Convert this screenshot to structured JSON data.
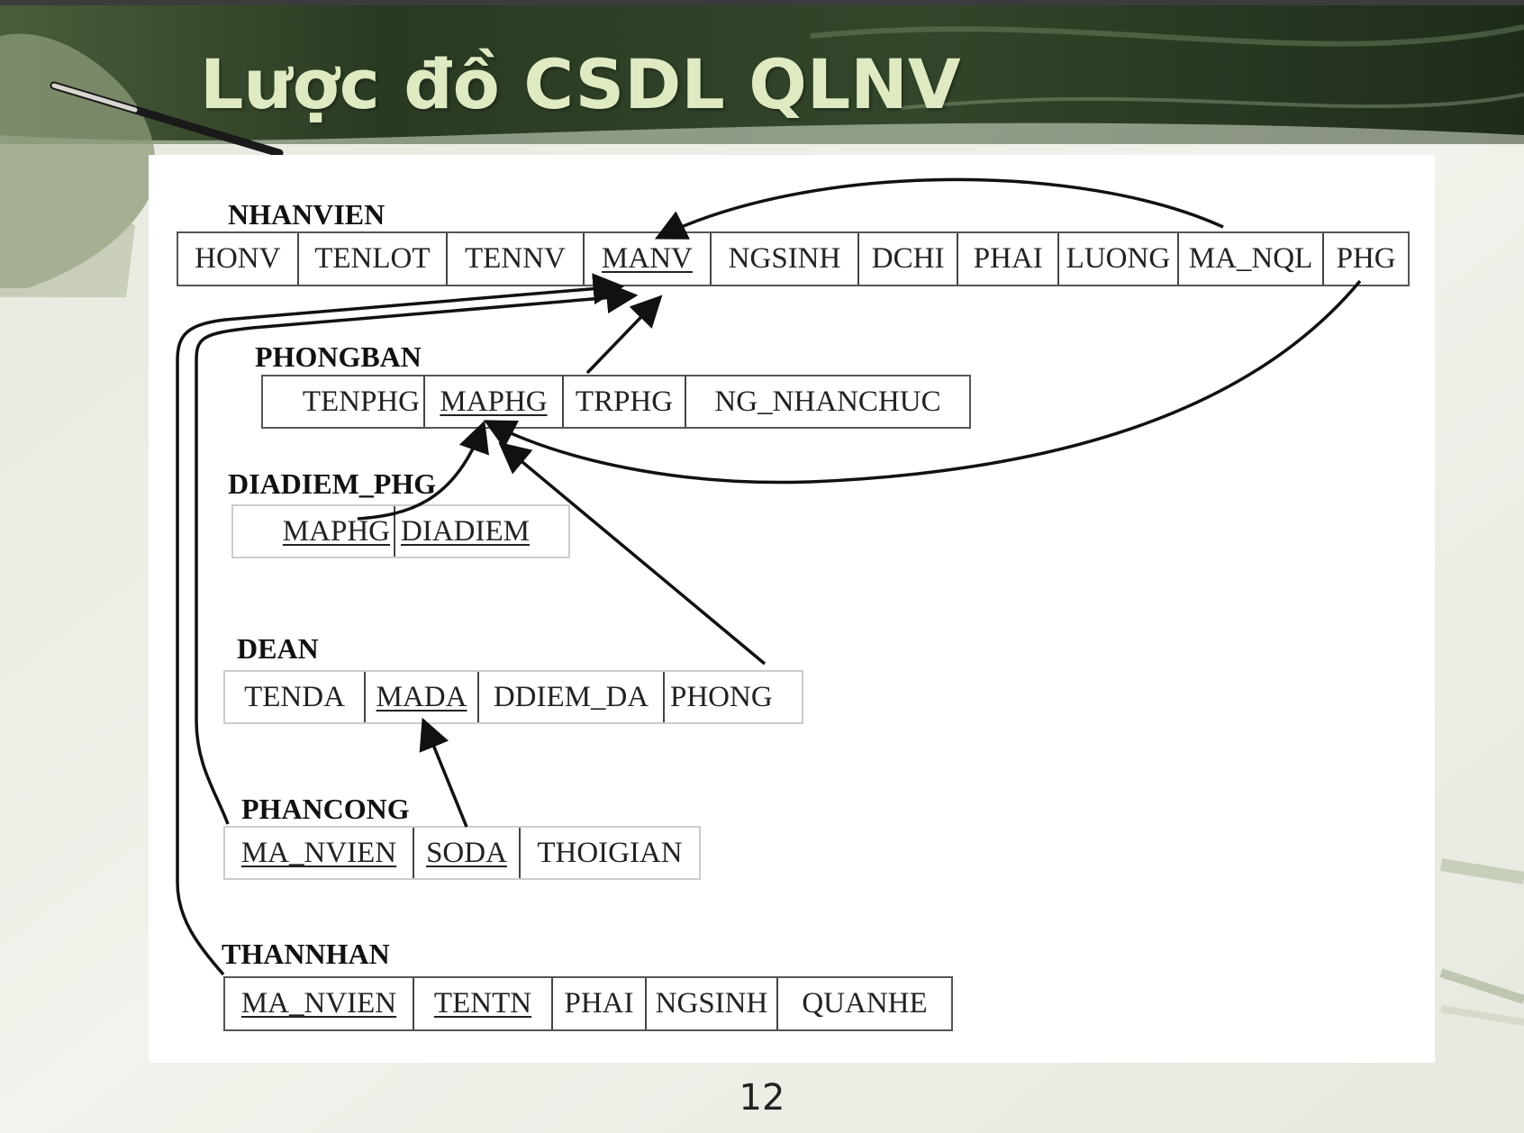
{
  "slide": {
    "title": "Lược đồ CSDL QLNV",
    "page_number": "12",
    "title_color": "#dfe9c2",
    "banner_color": "#25331d"
  },
  "entities": {
    "nhanvien": {
      "name": "NHANVIEN",
      "attrs": [
        "HONV",
        "TENLOT",
        "TENNV",
        "MANV",
        "NGSINH",
        "DCHI",
        "PHAI",
        "LUONG",
        "MA_NQL",
        "PHG"
      ],
      "keys": [
        "MANV"
      ]
    },
    "phongban": {
      "name": "PHONGBAN",
      "attrs": [
        "TENPHG",
        "MAPHG",
        "TRPHG",
        "NG_NHANCHUC"
      ],
      "keys": [
        "MAPHG"
      ]
    },
    "diadiem_phg": {
      "name": "DIADIEM_PHG",
      "attrs": [
        "MAPHG",
        "DIADIEM"
      ],
      "keys": [
        "MAPHG",
        "DIADIEM"
      ]
    },
    "dean": {
      "name": "DEAN",
      "attrs": [
        "TENDA",
        "MADA",
        "DDIEM_DA",
        "PHONG"
      ],
      "keys": [
        "MADA"
      ]
    },
    "phancong": {
      "name": "PHANCONG",
      "attrs": [
        "MA_NVIEN",
        "SODA",
        "THOIGIAN"
      ],
      "keys": [
        "MA_NVIEN",
        "SODA"
      ]
    },
    "thannhan": {
      "name": "THANNHAN",
      "attrs": [
        "MA_NVIEN",
        "TENTN",
        "PHAI",
        "NGSINH",
        "QUANHE"
      ],
      "keys": [
        "MA_NVIEN",
        "TENTN"
      ]
    }
  },
  "references": [
    {
      "from": "NHANVIEN.MA_NQL",
      "to": "NHANVIEN.MANV"
    },
    {
      "from": "NHANVIEN.PHG",
      "to": "PHONGBAN.MAPHG"
    },
    {
      "from": "PHONGBAN.TRPHG",
      "to": "NHANVIEN.MANV"
    },
    {
      "from": "DIADIEM_PHG.MAPHG",
      "to": "PHONGBAN.MAPHG"
    },
    {
      "from": "DEAN.PHONG",
      "to": "PHONGBAN.MAPHG"
    },
    {
      "from": "PHANCONG.SODA",
      "to": "DEAN.MADA"
    },
    {
      "from": "PHANCONG.MA_NVIEN",
      "to": "NHANVIEN.MANV"
    },
    {
      "from": "THANNHAN.MA_NVIEN",
      "to": "NHANVIEN.MANV"
    }
  ]
}
